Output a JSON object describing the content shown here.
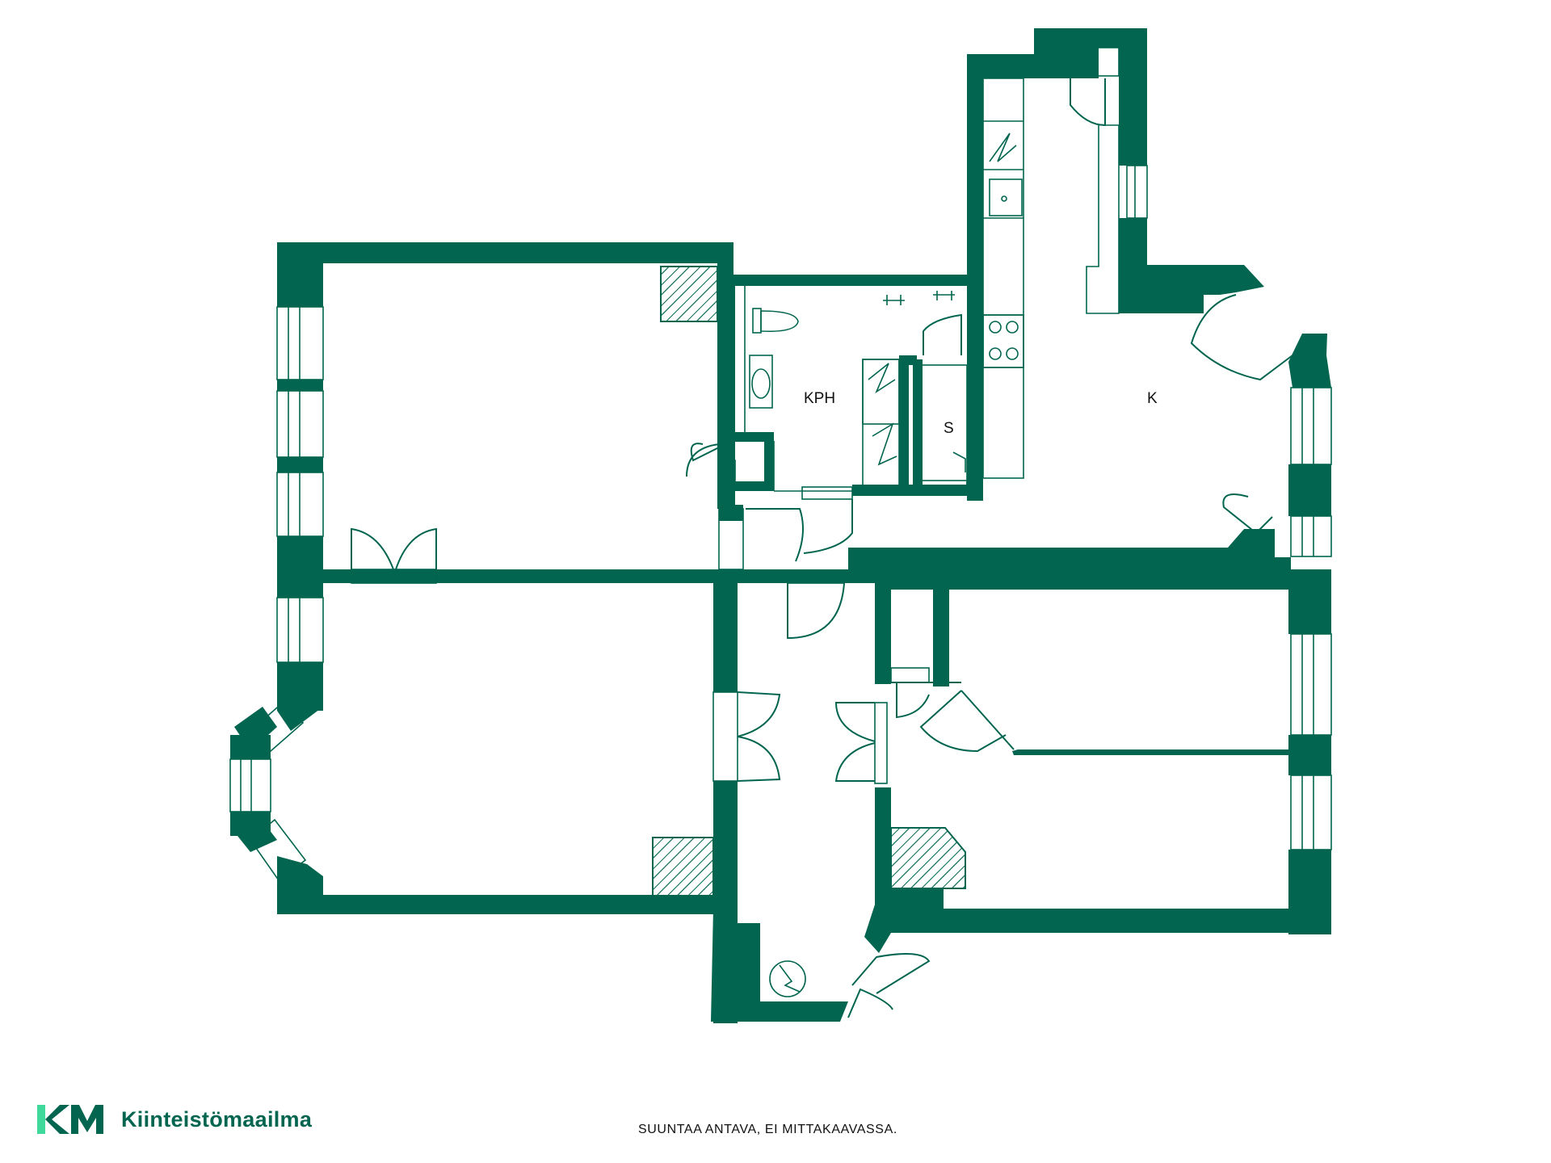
{
  "rooms": {
    "bathroom": "KPH",
    "sauna": "S",
    "kitchen": "K"
  },
  "logo": {
    "mark": "KM",
    "name": "Kiinteistömaailma"
  },
  "disclaimer": "SUUNTAA ANTAVA, EI MITTAKAAVASSA.",
  "colors": {
    "wall": "#02654f",
    "logo_light": "#3fd99b"
  }
}
